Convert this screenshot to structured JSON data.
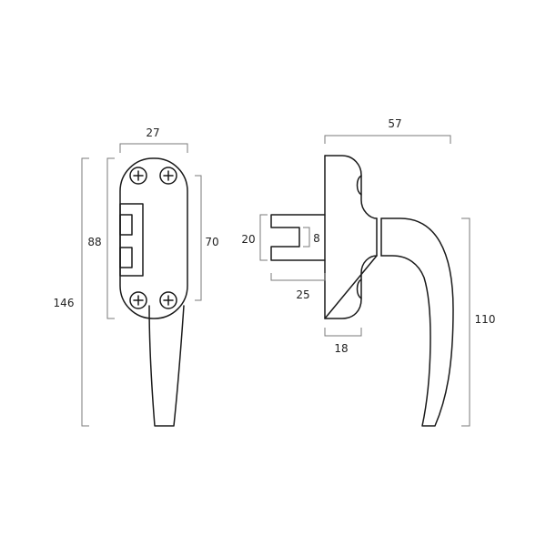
{
  "colors": {
    "outline": "#1a1a1a",
    "dimension_line": "#7a7a7a",
    "text": "#222222",
    "background": "#ffffff"
  },
  "front_view": {
    "width": "27",
    "screw_spacing_height": "88",
    "plate_height": "70",
    "overall_height": "146"
  },
  "side_view": {
    "overall_length": "57",
    "spindle_height": "20",
    "spindle_slot": "8",
    "spindle_length": "25",
    "base_thickness": "18",
    "handle_drop": "110"
  }
}
